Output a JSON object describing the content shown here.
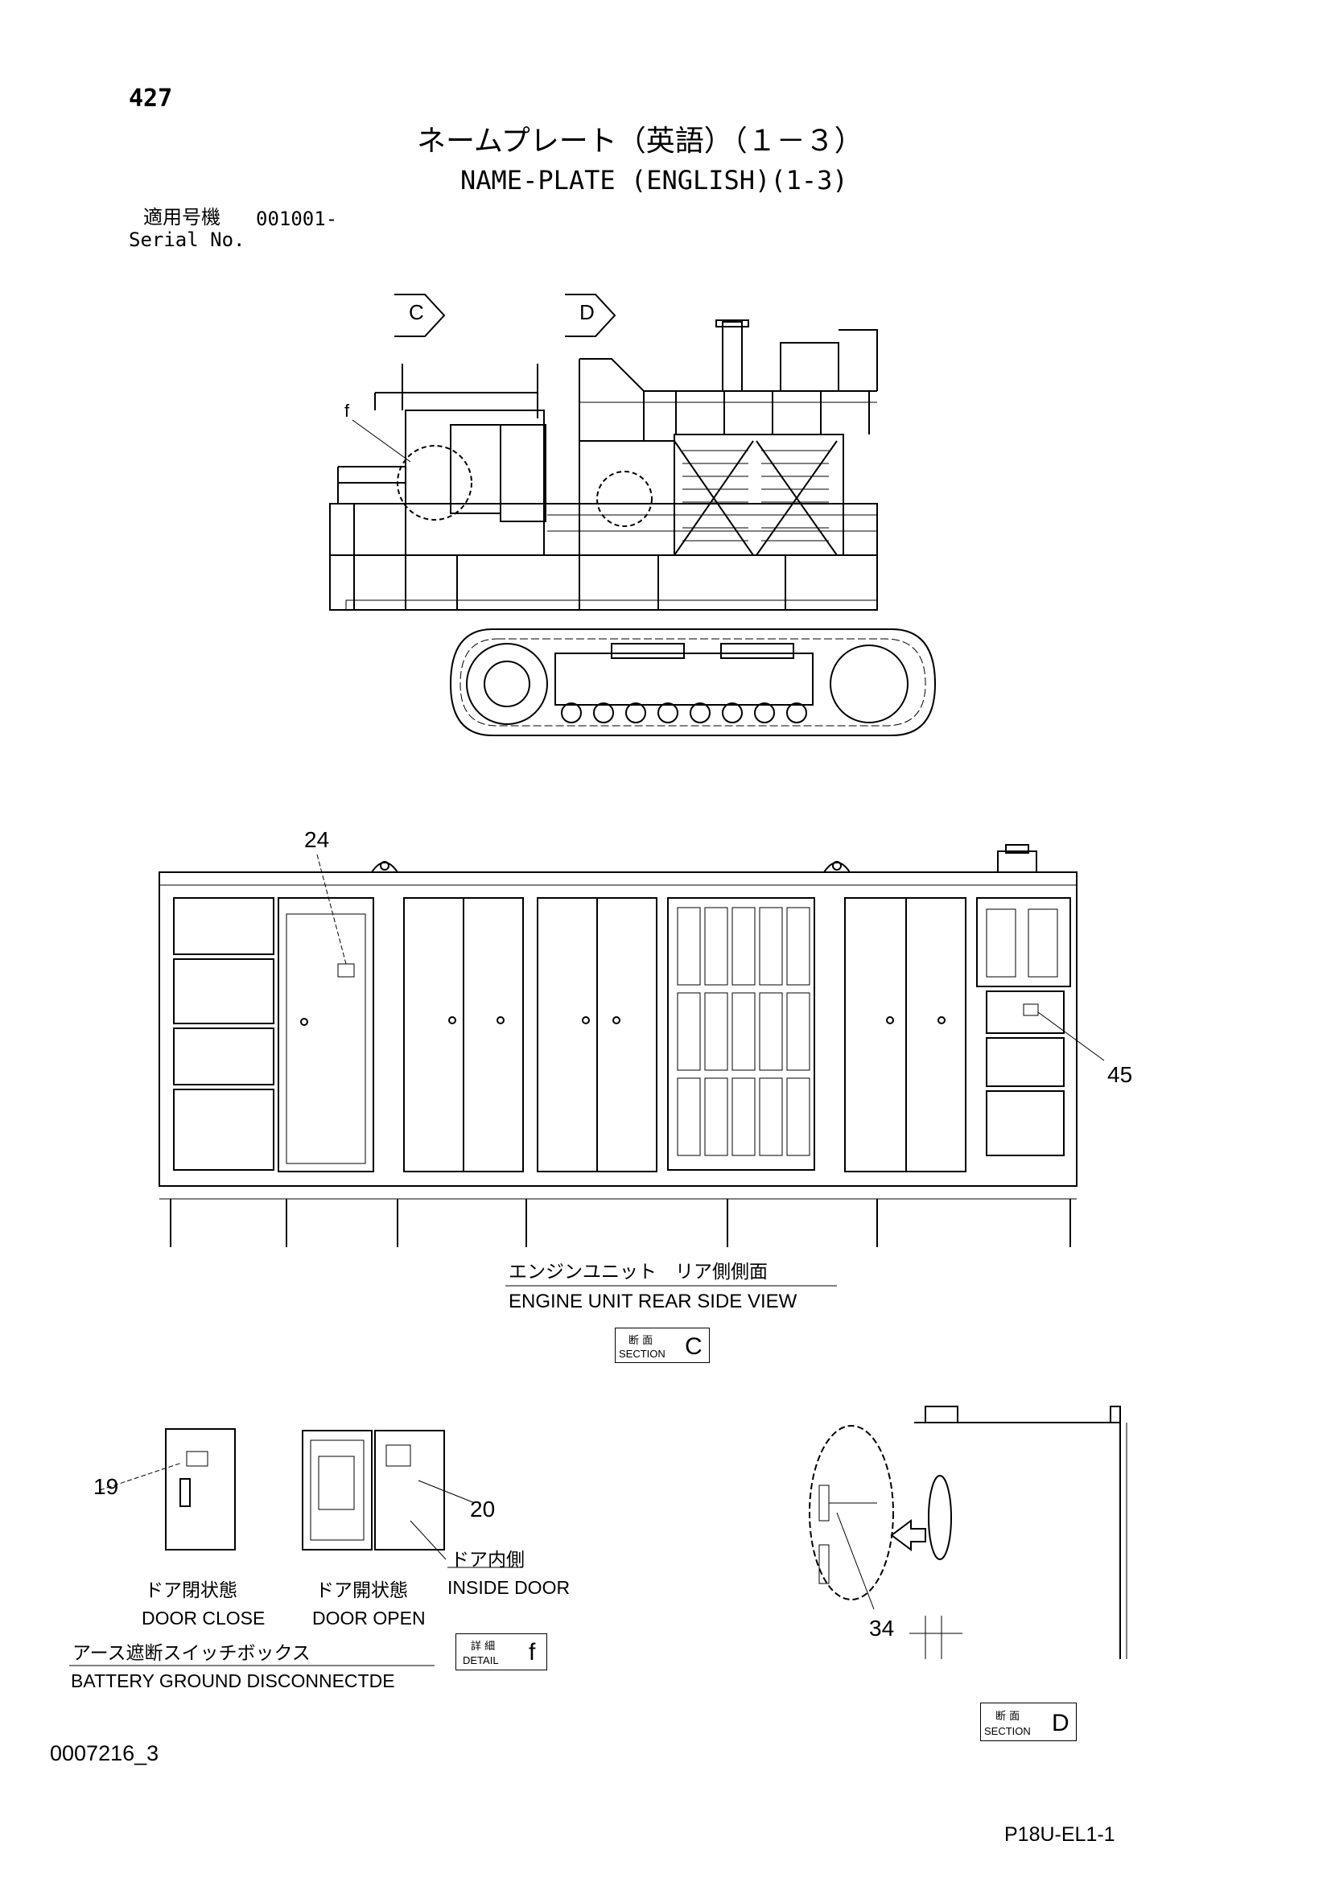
{
  "page_number": "427",
  "title_jp": "ネームプレート（英語）（１－３）",
  "title_en": "NAME-PLATE (ENGLISH)(1-3)",
  "serial_label_jp": "適用号機",
  "serial_value": "001001-",
  "serial_label_en": "Serial No.",
  "section_markers": {
    "c": "C",
    "d": "D",
    "f": "f"
  },
  "callouts": {
    "n24": "24",
    "n45": "45",
    "n19": "19",
    "n20": "20",
    "n34": "34"
  },
  "engine_view": {
    "caption_jp": "エンジンユニット　リア側側面",
    "caption_en": "ENGINE UNIT REAR SIDE VIEW",
    "section_jp": "断 面",
    "section_en": "SECTION",
    "section_letter": "C"
  },
  "detail_f": {
    "door_close_jp": "ドア閉状態",
    "door_close_en": "DOOR CLOSE",
    "door_open_jp": "ドア開状態",
    "door_open_en": "DOOR OPEN",
    "inside_door_jp": "ドア内側",
    "inside_door_en": "INSIDE DOOR",
    "box_jp": "アース遮断スイッチボックス",
    "box_en": "BATTERY GROUND DISCONNECTDE",
    "detail_jp": "詳 細",
    "detail_en": "DETAIL",
    "detail_letter": "f"
  },
  "section_d": {
    "section_jp": "断 面",
    "section_en": "SECTION",
    "section_letter": "D"
  },
  "doc_id": "0007216_3",
  "drawing_code": "P18U-EL1-1"
}
